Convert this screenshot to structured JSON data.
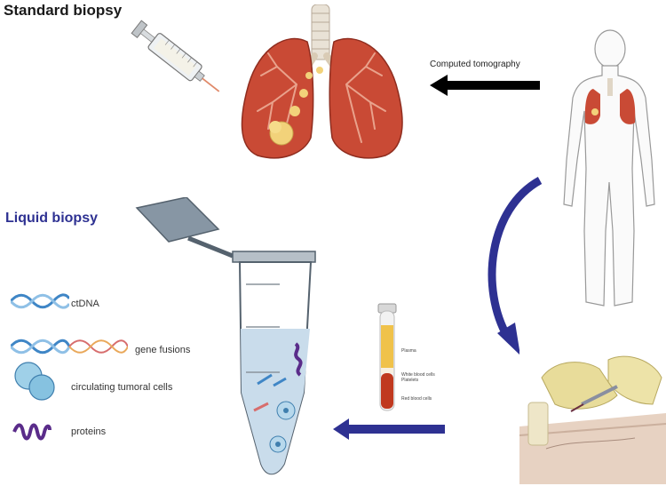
{
  "titles": {
    "standard_biopsy": "Standard biopsy",
    "liquid_biopsy": "Liquid biopsy"
  },
  "arrows": {
    "ct_label": "Computed tomography"
  },
  "legend": {
    "items": [
      {
        "label": "ctDNA",
        "icon": "dna-helix-icon"
      },
      {
        "label": "gene fusions",
        "icon": "gene-fusion-icon"
      },
      {
        "label": "circulating tumoral cells",
        "icon": "tumor-cells-icon"
      },
      {
        "label": "proteins",
        "icon": "protein-icon"
      }
    ]
  },
  "blood_tube": {
    "plasma": "Plasma",
    "wbc": "White blood cells",
    "platelets": "Platelets",
    "rbc": "Red blood cells"
  },
  "colors": {
    "liquid_title": "#2e3192",
    "blue_arrow": "#2e3192",
    "lung": "#c94a35",
    "tumor": "#f2d27a"
  }
}
